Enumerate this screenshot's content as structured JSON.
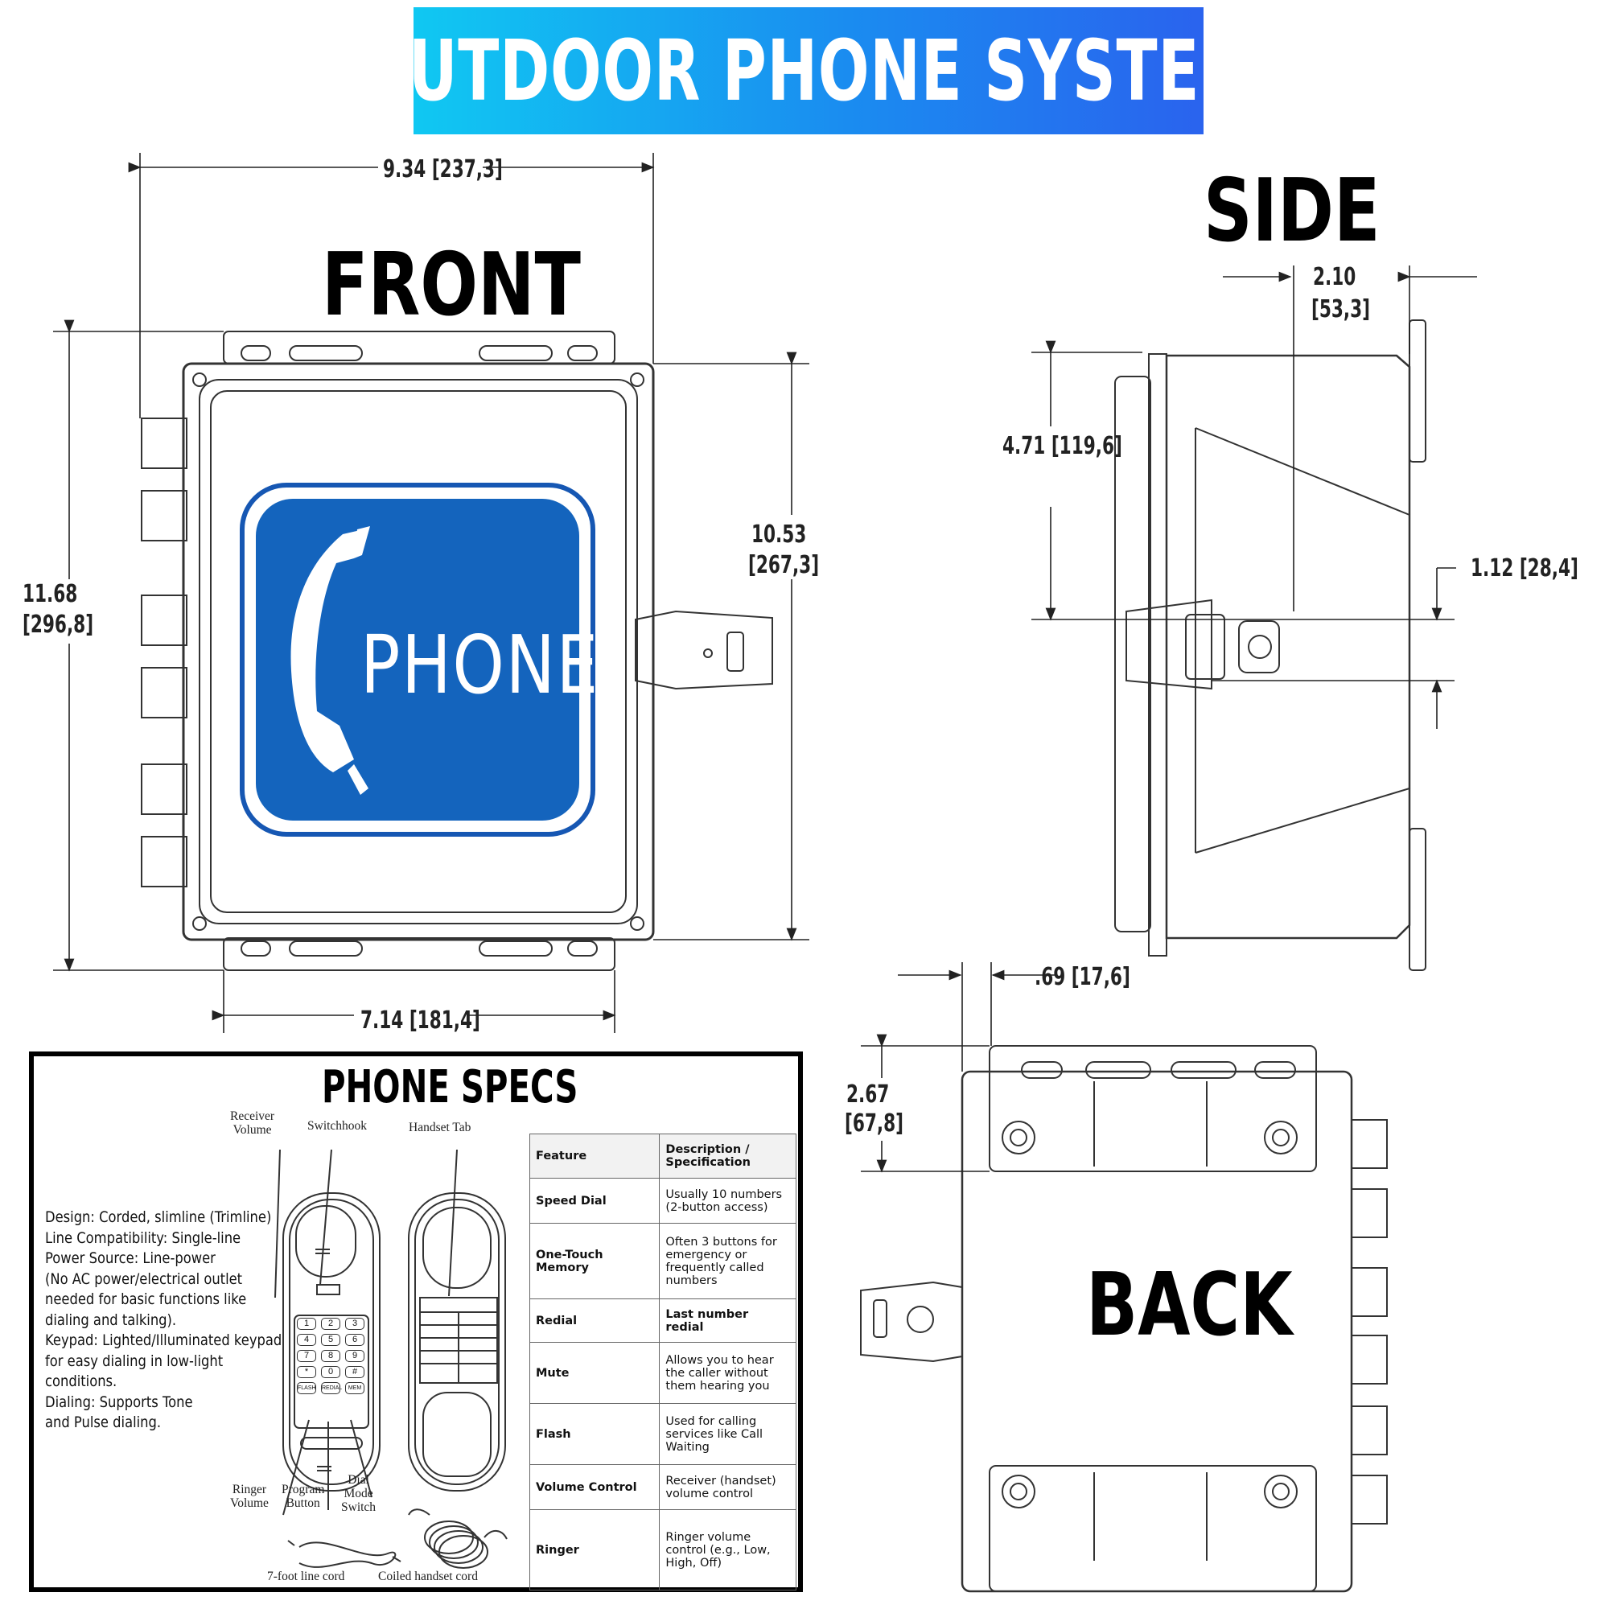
{
  "banner": {
    "title": "OUTDOOR PHONE SYSTEM"
  },
  "views": {
    "front": "FRONT",
    "side": "SIDE",
    "back": "BACK"
  },
  "sign": {
    "word": "PHONE"
  },
  "dimensions": {
    "front_width": "9.34 [237,3]",
    "front_height_a": "11.68",
    "front_height_b": "[296,8]",
    "front_body_height_a": "10.53",
    "front_body_height_b": "[267,3]",
    "front_bottom_width": "7.14 [181,4]",
    "side_depth_a": "2.10",
    "side_depth_b": "[53,3]",
    "side_height": "4.71 [119,6]",
    "side_latch": "1.12 [28,4]",
    "back_offset": ".69 [17,6]",
    "back_height_a": "2.67",
    "back_height_b": "[67,8]"
  },
  "specs": {
    "title": "PHONE SPECS",
    "lines": [
      "Design: Corded, slimline (Trimline)",
      "Line Compatibility: Single-line",
      "Power Source: Line-power",
      "(No AC power/electrical outlet",
      "needed for basic functions like",
      "dialing and talking).",
      "Keypad: Lighted/Illuminated keypad",
      "for easy dialing in low-light",
      "conditions.",
      "Dialing: Supports Tone",
      "and Pulse dialing."
    ],
    "callouts": {
      "receiver_volume": "Receiver\nVolume",
      "switchhook": "Switchhook",
      "handset_tab": "Handset Tab",
      "ringer_volume": "Ringer\nVolume",
      "program_button": "Program\nButton",
      "dial_mode_switch": "Dial\nMode\nSwitch",
      "line_cord": "7-foot line cord",
      "coiled_cord": "Coiled handset cord"
    },
    "keypad": [
      "1",
      "2",
      "3",
      "4",
      "5",
      "6",
      "7",
      "8",
      "9",
      "*",
      "0",
      "#"
    ],
    "keypad_top": [
      "FLASH",
      "REDIAL",
      "MEM"
    ],
    "table": {
      "header_feature": "Feature",
      "header_desc": "Description / Specification",
      "rows": [
        {
          "feature": "Speed Dial",
          "desc": "Usually 10 numbers (2-button access)"
        },
        {
          "feature": "One-Touch Memory",
          "desc": "Often 3 buttons for emergency or frequently called numbers"
        },
        {
          "feature": "Redial",
          "desc": "Last number redial"
        },
        {
          "feature": "Mute",
          "desc": "Allows you to hear the caller without them hearing you"
        },
        {
          "feature": "Flash",
          "desc": "Used for calling services like Call Waiting"
        },
        {
          "feature": "Volume Control",
          "desc": "Receiver (handset) volume control"
        },
        {
          "feature": "Ringer",
          "desc": "Ringer volume control (e.g., Low, High, Off)"
        }
      ]
    }
  },
  "colors": {
    "banner_start": "#10c8f2",
    "banner_end": "#2a63ee",
    "sign_blue": "#1464bd"
  }
}
